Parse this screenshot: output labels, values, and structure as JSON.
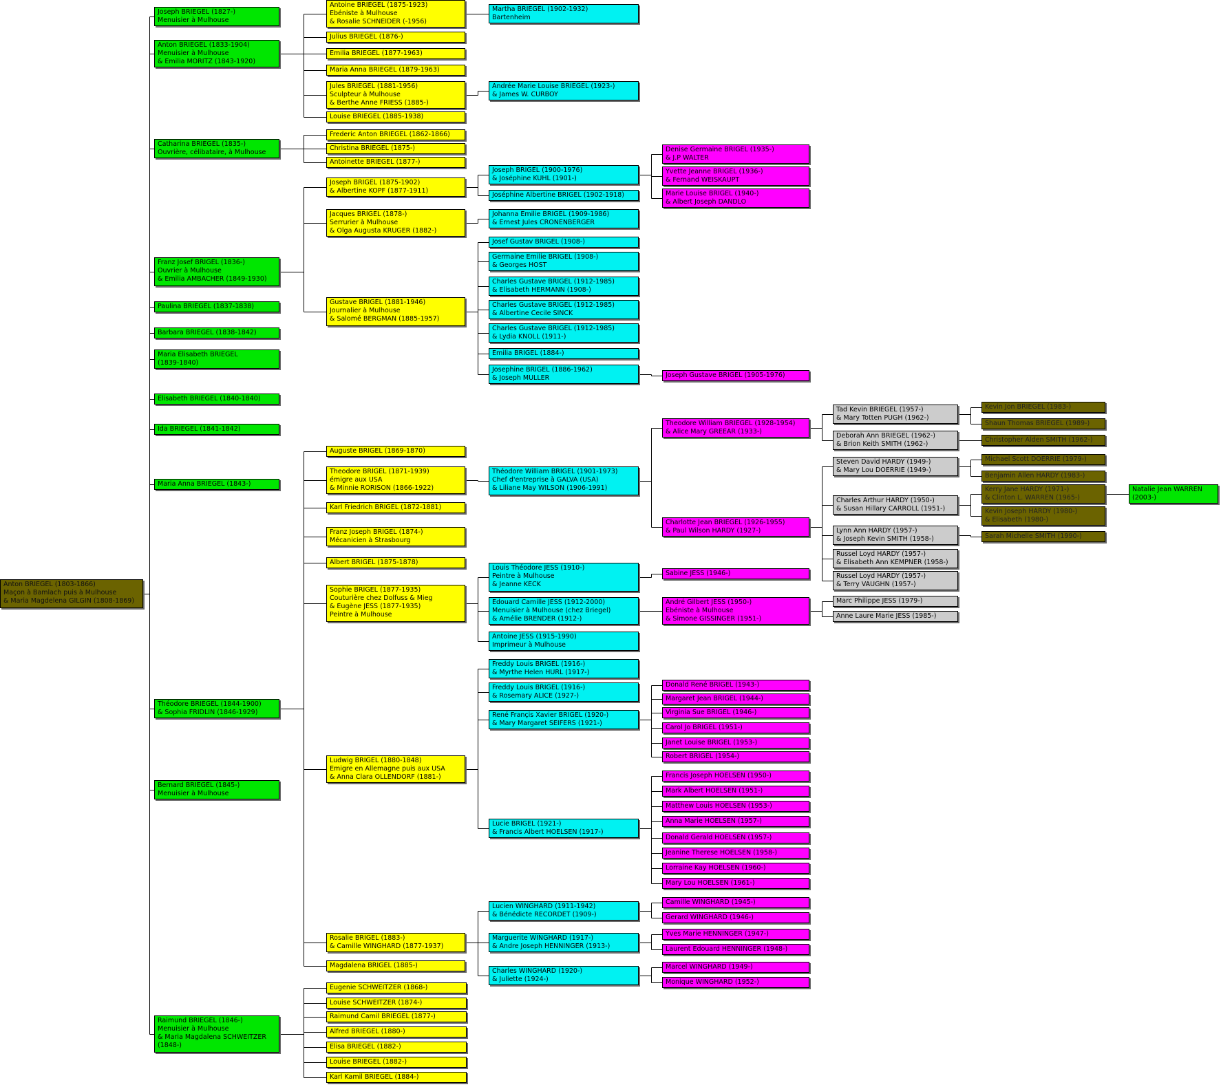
{
  "generation_colors": [
    "#6b6300",
    "#00e600",
    "#ffff00",
    "#00f2f2",
    "#ff00ff",
    "#cccccc",
    "#6b6300",
    "#00e600"
  ],
  "people": [
    {
      "id": "root",
      "lines": [
        "Anton BRIEGEL (1803-1866)",
        "Maçon à Bamlach puis à Mulhouse",
        "& Maria Magdelena GILGIN (1808-1869)"
      ]
    },
    {
      "id": "g1a",
      "parent": "root",
      "lines": [
        "Joseph BRIEGEL (1827-)",
        "Menuisier à Mulhouse"
      ]
    },
    {
      "id": "g1b",
      "parent": "root",
      "lines": [
        "Anton BRIEGEL (1833-1904)",
        "Menuisier à Mulhouse",
        "& Emilia MORITZ (1843-1920)"
      ]
    },
    {
      "id": "g1c",
      "parent": "root",
      "lines": [
        "Catharina BRIEGEL (1835-)",
        "Ouvrière, célibataire, à Mulhouse"
      ]
    },
    {
      "id": "g1d",
      "parent": "root",
      "lines": [
        "Franz Josef BRIGEL (1836-)",
        "Ouvrier à Mulhouse",
        "& Emilia AMBACHER (1849-1930)"
      ]
    },
    {
      "id": "g1e",
      "parent": "root",
      "lines": [
        "Paulina BRIEGEL (1837-1838)"
      ]
    },
    {
      "id": "g1f",
      "parent": "root",
      "lines": [
        "Barbara BRIEGEL (1838-1842)"
      ]
    },
    {
      "id": "g1g",
      "parent": "root",
      "lines": [
        "Maria Elisabeth BRIEGEL",
        "(1839-1840)"
      ]
    },
    {
      "id": "g1h",
      "parent": "root",
      "lines": [
        "Elisabeth BRIEGEL (1840-1840)"
      ]
    },
    {
      "id": "g1i",
      "parent": "root",
      "lines": [
        "Ida BRIEGEL (1841-1842)"
      ]
    },
    {
      "id": "g1j",
      "parent": "root",
      "lines": [
        "Maria Anna BRIEGEL (1843-)"
      ]
    },
    {
      "id": "g1k",
      "parent": "root",
      "lines": [
        "Théodore BRIEGEL (1844-1900)",
        "& Sophia FRIDLIN (1846-1929)"
      ]
    },
    {
      "id": "g1l",
      "parent": "root",
      "lines": [
        "Bernard BRIEGEL (1845-)",
        "Menuisier à Mulhouse"
      ]
    },
    {
      "id": "g1m",
      "parent": "root",
      "lines": [
        "Raimund BRIEGEL (1846-)",
        "Menuisier à Mulhouse",
        "& Maria Magdalena SCHWEITZER",
        "(1848-)"
      ]
    },
    {
      "id": "g2a",
      "parent": "g1b",
      "lines": [
        "Antoine BRIEGEL (1875-1923)",
        "Ebéniste à Mulhouse",
        "& Rosalie SCHNEIDER (-1956)"
      ]
    },
    {
      "id": "g2b",
      "parent": "g1b",
      "lines": [
        "Julius BRIEGEL (1876-)"
      ]
    },
    {
      "id": "g2c",
      "parent": "g1b",
      "lines": [
        "Emilia BRIEGEL (1877-1963)"
      ]
    },
    {
      "id": "g2d",
      "parent": "g1b",
      "lines": [
        "Maria Anna BRIEGEL (1879-1963)"
      ]
    },
    {
      "id": "g2e",
      "parent": "g1b",
      "lines": [
        "Jules BRIEGEL (1881-1956)",
        "Sculpteur à Mulhouse",
        "& Berthe Anne FRIESS (1885-)"
      ]
    },
    {
      "id": "g2f",
      "parent": "g1b",
      "lines": [
        "Louise BRIEGEL (1885-1938)"
      ]
    },
    {
      "id": "g2g",
      "parent": "g1c",
      "lines": [
        "Frederic Anton BRIEGEL (1862-1866)"
      ]
    },
    {
      "id": "g2h",
      "parent": "g1c",
      "lines": [
        "Christina BRIEGEL (1875-)"
      ]
    },
    {
      "id": "g2i",
      "parent": "g1c",
      "lines": [
        "Antoinette BRIEGEL (1877-)"
      ]
    },
    {
      "id": "g2j",
      "parent": "g1d",
      "lines": [
        "Joseph BRIGEL (1875-1902)",
        "& Albertine KOPF (1877-1911)"
      ]
    },
    {
      "id": "g2k",
      "parent": "g1d",
      "lines": [
        "Jacques BRIGEL (1878-)",
        "Serrurier à Mulhouse",
        "& Olga Augusta KRUGER (1882-)"
      ]
    },
    {
      "id": "g2l",
      "parent": "g1d",
      "lines": [
        "Gustave BRIGEL (1881-1946)",
        "Journalier à Mulhouse",
        "& Salomé BERGMAN (1885-1957)"
      ]
    },
    {
      "id": "g2m",
      "parent": "g1k",
      "lines": [
        "Auguste BRIGEL (1869-1870)"
      ]
    },
    {
      "id": "g2n",
      "parent": "g1k",
      "lines": [
        "Theodore BRIGEL  (1871-1939)",
        "émigre aux USA",
        "& Minnie RORISON (1866-1922)"
      ]
    },
    {
      "id": "g2o",
      "parent": "g1k",
      "lines": [
        "Karl Friedrich BRIGEL (1872-1881)"
      ]
    },
    {
      "id": "g2p",
      "parent": "g1k",
      "lines": [
        "Franz Joseph BRIGEL (1874-)",
        "Mécanicien à Strasbourg"
      ]
    },
    {
      "id": "g2q",
      "parent": "g1k",
      "lines": [
        "Albert BRIGEL (1875-1878)"
      ]
    },
    {
      "id": "g2r",
      "parent": "g1k",
      "lines": [
        "Sophie BRIGEL (1877-1935)",
        "Couturière chez Dolfuss & Mieg",
        "& Eugène JESS (1877-1935)",
        "Peintre à Mulhouse"
      ]
    },
    {
      "id": "g2s",
      "parent": "g1k",
      "lines": [
        "Ludwig BRIGEL (1880-1848)",
        "Emigre en Allemagne puis aux USA",
        "& Anna Clara OLLENDORF (1881-)"
      ]
    },
    {
      "id": "g2t",
      "parent": "g1k",
      "lines": [
        "Rosalie BRIGEL (1883-)",
        "& Camille WINGHARD (1877-1937)"
      ]
    },
    {
      "id": "g2u",
      "parent": "g1k",
      "lines": [
        "Magdalena BRIGEL (1885-)"
      ]
    },
    {
      "id": "g2v",
      "parent": "g1m",
      "lines": [
        "Eugenie SCHWEITZER  (1868-)"
      ]
    },
    {
      "id": "g2w",
      "parent": "g1m",
      "lines": [
        "Louise SCHWEITZER (1874-)"
      ]
    },
    {
      "id": "g2x",
      "parent": "g1m",
      "lines": [
        "Raimund Camil BRIEGEL (1877-)"
      ]
    },
    {
      "id": "g2y",
      "parent": "g1m",
      "lines": [
        "Alfred BRIEGEL (1880-)"
      ]
    },
    {
      "id": "g2z",
      "parent": "g1m",
      "lines": [
        "Elisa BRIEGEL (1882-)"
      ]
    },
    {
      "id": "g2aa",
      "parent": "g1m",
      "lines": [
        "Louise BRIEGEL (1882-)"
      ]
    },
    {
      "id": "g2ab",
      "parent": "g1m",
      "lines": [
        "Karl Kamil BRIEGEL (1884-)"
      ]
    },
    {
      "id": "g3a",
      "parent": "g2a",
      "lines": [
        "Martha BRIEGEL (1902-1932)",
        "Bartenheim"
      ]
    },
    {
      "id": "g3b",
      "parent": "g2e",
      "lines": [
        "Andrée Marie Louise BRIEGEL (1923-)",
        "& James W. CURBOY"
      ]
    },
    {
      "id": "g3c",
      "parent": "g2j",
      "lines": [
        "Joseph BRIGEL (1900-1976)",
        "& Joséphine KUHL (1901-)"
      ]
    },
    {
      "id": "g3d",
      "parent": "g2j",
      "lines": [
        "Joséphine Albertine BRIGEL (1902-1918)"
      ]
    },
    {
      "id": "g3e",
      "parent": "g2k",
      "lines": [
        "Johanna Emilie BRIGEL (1909-1986)",
        "& Ernest Jules CRONENBERGER"
      ]
    },
    {
      "id": "g3f",
      "parent": "g2l",
      "lines": [
        "Josef Gustav BRIGEL (1908-)"
      ]
    },
    {
      "id": "g3g",
      "parent": "g2l",
      "lines": [
        "Germaine Emilie BRIGEL (1908-)",
        "& Georges HOST"
      ]
    },
    {
      "id": "g3h",
      "parent": "g2l",
      "lines": [
        "Charles Gustave BRIGEL (1912-1985)",
        "& Elisabeth HERMANN (1908-)"
      ]
    },
    {
      "id": "g3i",
      "parent": "g2l",
      "lines": [
        "Charles Gustave BRIGEL (1912-1985)",
        "& Albertine Cecile SINCK"
      ]
    },
    {
      "id": "g3j",
      "parent": "g2l",
      "lines": [
        "Charles Gustave BRIGEL (1912-1985)",
        "& Lydia KNOLL (1911-)"
      ]
    },
    {
      "id": "g3k",
      "parent": "g2l",
      "lines": [
        "Emilia BRIGEL (1884-)"
      ]
    },
    {
      "id": "g3l",
      "parent": "g2l",
      "lines": [
        "Josephine BRIGEL (1886-1962)",
        "& Joseph MULLER"
      ]
    },
    {
      "id": "g3m",
      "parent": "g2n",
      "lines": [
        "Théodore William BRIGEL (1901-1973)",
        "Chef d'entreprise à GALVA (USA)",
        "& Liliane May WILSON (1906-1991)"
      ]
    },
    {
      "id": "g3n",
      "parent": "g2r",
      "lines": [
        "Louis Théodore JESS (1910-)",
        "Peintre à Mulhouse",
        "& Jeanne KECK"
      ]
    },
    {
      "id": "g3o",
      "parent": "g2r",
      "lines": [
        "Edouard Camille JESS (1912-2000)",
        "Menuisier à Mulhouse (chez Briegel)",
        "& Amélie BRENDER (1912-)"
      ]
    },
    {
      "id": "g3p",
      "parent": "g2r",
      "lines": [
        "Antoine JESS (1915-1990)",
        "Imprimeur à Mulhouse"
      ]
    },
    {
      "id": "g3q",
      "parent": "g2s",
      "lines": [
        "Freddy Louis BRIGEL (1916-)",
        "& Myrthe Helen HURL (1917-)"
      ]
    },
    {
      "id": "g3r",
      "parent": "g2s",
      "lines": [
        "Freddy Louis BRIGEL (1916-)",
        "& Rosemary ALICE (1927-)"
      ]
    },
    {
      "id": "g3s",
      "parent": "g2s",
      "lines": [
        "René Françis Xavier BRIGEL (1920-)",
        "& Mary Margaret SEIFERS (1921-)"
      ]
    },
    {
      "id": "g3t",
      "parent": "g2s",
      "lines": [
        "Lucie BRIGEL (1921-)",
        "& Francis Albert HOELSEN (1917-)"
      ]
    },
    {
      "id": "g3u",
      "parent": "g2t",
      "lines": [
        "Lucien WINGHARD (1911-1942)",
        "& Bénédicte RECORDET (1909-)"
      ]
    },
    {
      "id": "g3v",
      "parent": "g2t",
      "lines": [
        "Marguerite WINGHARD (1917-)",
        "& Andre Joseph HENNINGER (1913-)"
      ]
    },
    {
      "id": "g3w",
      "parent": "g2t",
      "lines": [
        "Charles WINGHARD (1920-)",
        "& Juliette (1924-)"
      ]
    },
    {
      "id": "g4a",
      "parent": "g3c",
      "lines": [
        "Denise Germaine BRIGEL (1935-)",
        "& J.P WALTER"
      ]
    },
    {
      "id": "g4b",
      "parent": "g3c",
      "lines": [
        "Yvette Jeanne BRIGEL (1936-)",
        "& Fernand WEISKAUPT"
      ]
    },
    {
      "id": "g4c",
      "parent": "g3c",
      "lines": [
        "Marie Louise BRIGEL (1940-)",
        "& Albert Joseph DANDLO"
      ]
    },
    {
      "id": "g4d",
      "parent": "g3l",
      "lines": [
        "Joseph Gustave BRIGEL (1905-1976)"
      ]
    },
    {
      "id": "g4e",
      "parent": "g3m",
      "lines": [
        "Theodore William BRIEGEL (1928-1954)",
        "& Alice Mary GREEAR (1933-)"
      ]
    },
    {
      "id": "g4f",
      "parent": "g3m",
      "lines": [
        "Charlotte Jean BRIEGEL (1926-1955)",
        "& Paul Wilson HARDY (1927-)"
      ]
    },
    {
      "id": "g4g",
      "parent": "g3n",
      "lines": [
        "Sabine JESS (1946-)"
      ]
    },
    {
      "id": "g4h",
      "parent": "g3o",
      "lines": [
        "André Gilbert JESS (1950-)",
        "Ebéniste à Mulhouse",
        "& Simone GISSINGER (1951-)"
      ]
    },
    {
      "id": "g4i",
      "parent": "g3s",
      "lines": [
        "Donald René BRIGEL (1943-)"
      ]
    },
    {
      "id": "g4j",
      "parent": "g3s",
      "lines": [
        "Margaret Jean BRIGEL (1944-)"
      ]
    },
    {
      "id": "g4k",
      "parent": "g3s",
      "lines": [
        "Virginia Sue BRIGEL (1946-)"
      ]
    },
    {
      "id": "g4l",
      "parent": "g3s",
      "lines": [
        "Carol Jo BRIGEL (1951-)"
      ]
    },
    {
      "id": "g4m",
      "parent": "g3s",
      "lines": [
        "Janet Louise BRIGEL (1953-)"
      ]
    },
    {
      "id": "g4n",
      "parent": "g3s",
      "lines": [
        "Robert BRIGEL (1954-)"
      ]
    },
    {
      "id": "g4o",
      "parent": "g3t",
      "lines": [
        "Francis Joseph HOELSEN (1950-)"
      ]
    },
    {
      "id": "g4p",
      "parent": "g3t",
      "lines": [
        "Mark Albert HOELSEN (1951-)"
      ]
    },
    {
      "id": "g4q",
      "parent": "g3t",
      "lines": [
        "Matthew Louis HOELSEN (1953-)"
      ]
    },
    {
      "id": "g4r",
      "parent": "g3t",
      "lines": [
        "Anna Marie HOELSEN (1957-)"
      ]
    },
    {
      "id": "g4s",
      "parent": "g3t",
      "lines": [
        "Donald Gerald HOELSEN (1957-)"
      ]
    },
    {
      "id": "g4t",
      "parent": "g3t",
      "lines": [
        "Jeanine Therese HOELSEN (1958-)"
      ]
    },
    {
      "id": "g4u",
      "parent": "g3t",
      "lines": [
        "Lorraine Kay HOELSEN (1960-)"
      ]
    },
    {
      "id": "g4v",
      "parent": "g3t",
      "lines": [
        "Mary Lou HOELSEN (1961-)"
      ]
    },
    {
      "id": "g4w",
      "parent": "g3u",
      "lines": [
        "Camille WINGHARD (1945-)"
      ]
    },
    {
      "id": "g4x",
      "parent": "g3u",
      "lines": [
        "Gerard WINGHARD (1946-)"
      ]
    },
    {
      "id": "g4y",
      "parent": "g3v",
      "lines": [
        "Yves Marie HENNINGER (1947-)"
      ]
    },
    {
      "id": "g4z",
      "parent": "g3v",
      "lines": [
        "Laurent Edouard HENNINGER (1948-)"
      ]
    },
    {
      "id": "g4aa",
      "parent": "g3w",
      "lines": [
        "Marcel WINGHARD (1949-)"
      ]
    },
    {
      "id": "g4ab",
      "parent": "g3w",
      "lines": [
        "Monique WINGHARD (1952-)"
      ]
    },
    {
      "id": "g5a",
      "parent": "g4e",
      "lines": [
        "Tad Kevin BRIEGEL (1957-)",
        "& Mary Totten PUGH (1962-)"
      ]
    },
    {
      "id": "g5b",
      "parent": "g4e",
      "lines": [
        " Deborah Ann BRIEGEL (1962-)",
        "& Brion Keith SMITH (1962-)"
      ]
    },
    {
      "id": "g5c",
      "parent": "g4f",
      "lines": [
        "Steven David HARDY (1949-)",
        "& Mary Lou DOERRIE (1949-)"
      ]
    },
    {
      "id": "g5d",
      "parent": "g4f",
      "lines": [
        "Charles Arthur HARDY (1950-)",
        "& Susan Hillary CARROLL (1951-)"
      ]
    },
    {
      "id": "g5e",
      "parent": "g4f",
      "lines": [
        "Lynn Ann HARDY (1957-)",
        "& Joseph Kevin SMITH (1958-)"
      ]
    },
    {
      "id": "g5f",
      "parent": "g4f",
      "lines": [
        "Russel Loyd HARDY (1957-)",
        "& Elisabeth Ann KEMPNER (1958-)"
      ]
    },
    {
      "id": "g5g",
      "parent": "g4f",
      "lines": [
        "Russel Loyd HARDY (1957-)",
        "& Terry VAUGHN (1957-)"
      ]
    },
    {
      "id": "g5h",
      "parent": "g4h",
      "lines": [
        "Marc Philippe JESS (1979-)"
      ]
    },
    {
      "id": "g5i",
      "parent": "g4h",
      "lines": [
        "Anne Laure Marie JESS (1985-)"
      ]
    },
    {
      "id": "g6a",
      "parent": "g5a",
      "lines": [
        "Kevin Jon BRIEGEL (1983-)"
      ]
    },
    {
      "id": "g6b",
      "parent": "g5a",
      "lines": [
        "Shaun Thomas BRIEGEL (1989-)"
      ]
    },
    {
      "id": "g6c",
      "parent": "g5b",
      "lines": [
        "Christopher Alden SMITH (1962-)"
      ]
    },
    {
      "id": "g6d",
      "parent": "g5c",
      "lines": [
        "Michael Scott DOERRIE (1979-)"
      ]
    },
    {
      "id": "g6e",
      "parent": "g5c",
      "lines": [
        "Benjamin Allen HARDY (1983-)"
      ]
    },
    {
      "id": "g6f",
      "parent": "g5d",
      "lines": [
        "Kerry Jane HARDY (1971-)",
        "& Clinton L. WARREN (1965-)"
      ]
    },
    {
      "id": "g6g",
      "parent": "g5d",
      "lines": [
        "Kevin Joseph HARDY (1980-)",
        "& Elisabeth (1980-)"
      ]
    },
    {
      "id": "g6h",
      "parent": "g5e",
      "lines": [
        "Sarah Michelle SMITH (1990-)"
      ]
    },
    {
      "id": "g7a",
      "parent": "g6f",
      "lines": [
        "Natalie Jean WARREN",
        "(2003-)"
      ]
    }
  ]
}
